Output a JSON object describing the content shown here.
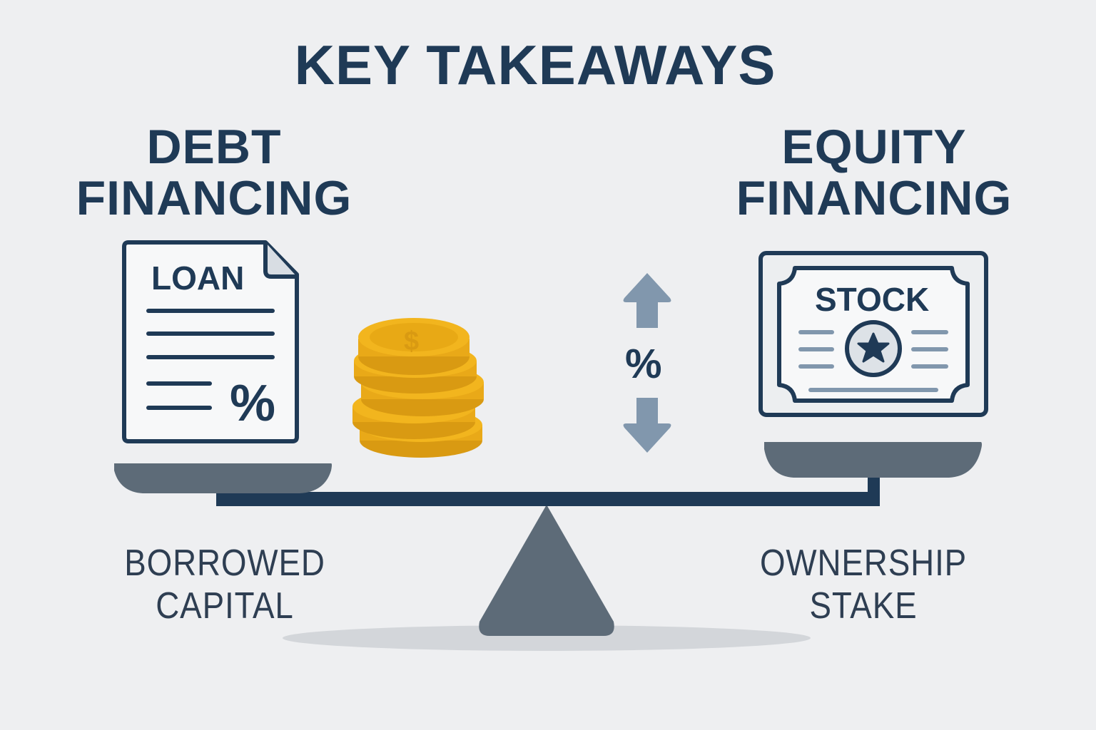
{
  "title": "KEY TAKEAWAYS",
  "left": {
    "heading_line1": "DEBT",
    "heading_line2": "FINANCING",
    "document_label": "LOAN",
    "document_symbol": "%",
    "caption_line1": "BORROWED",
    "caption_line2": "CAPITAL",
    "icons": [
      "loan-document-icon",
      "coin-stack-icon"
    ]
  },
  "center": {
    "symbol": "%",
    "icons": [
      "arrow-up-icon",
      "arrow-down-icon",
      "balance-scale-icon"
    ]
  },
  "right": {
    "heading_line1": "EQUITY",
    "heading_line2": "FINANCING",
    "certificate_label": "STOCK",
    "caption_line1": "OWNERSHIP",
    "caption_line2": "STAKE",
    "icons": [
      "stock-certificate-icon",
      "star-seal-icon"
    ]
  },
  "colors": {
    "background": "#eeeff1",
    "navy": "#1f3a56",
    "slate": "#5d6b78",
    "arrow": "#8197ad",
    "gold": "#f2b51e",
    "gold_dark": "#d99a12",
    "paper": "#f7f8f9"
  }
}
